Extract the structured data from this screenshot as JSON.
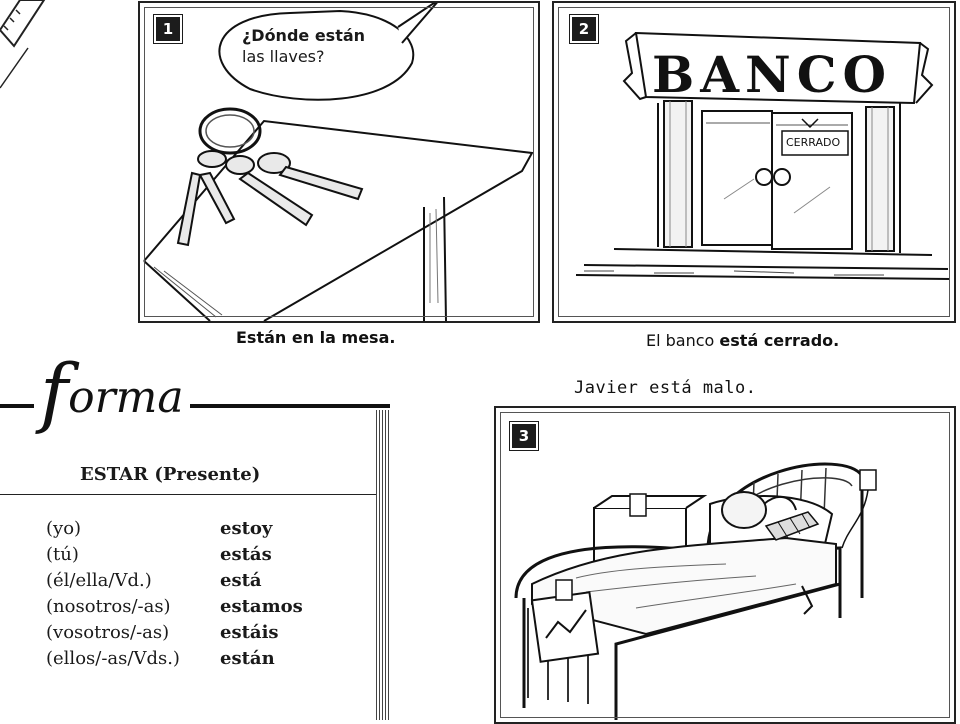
{
  "panel1": {
    "number": "1",
    "bubble": {
      "line1": "¿Dónde están",
      "line2": "las llaves?"
    },
    "caption": "Están en la mesa."
  },
  "panel2": {
    "number": "2",
    "sign": "BANCO",
    "door_sign": "CERRADO",
    "caption_plain": "El banco ",
    "caption_bold": "está cerrado."
  },
  "panel3": {
    "number": "3",
    "caption": "Javier está malo."
  },
  "forma": {
    "title_initial": "f",
    "title_rest": "orma",
    "table_header": "ESTAR (Presente)",
    "rows": [
      {
        "pronoun": "(yo)",
        "verb": "estoy"
      },
      {
        "pronoun": "(tú)",
        "verb": "estás"
      },
      {
        "pronoun": "(él/ella/Vd.)",
        "verb": "está"
      },
      {
        "pronoun": "(nosotros/-as)",
        "verb": "estamos"
      },
      {
        "pronoun": "(vosotros/-as)",
        "verb": "estáis"
      },
      {
        "pronoun": "(ellos/-as/Vds.)",
        "verb": "están"
      }
    ]
  }
}
